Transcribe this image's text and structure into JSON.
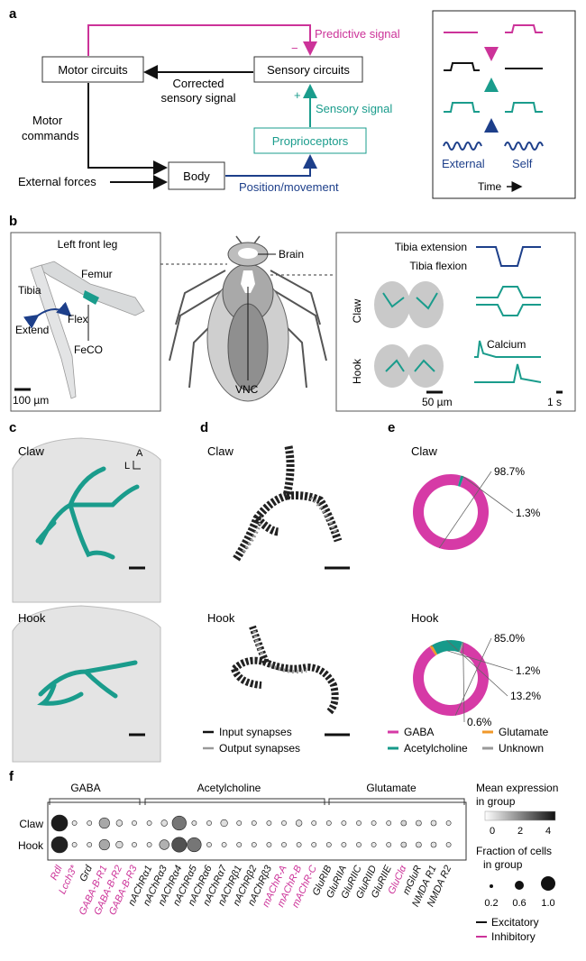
{
  "panels": {
    "a": "a",
    "b": "b",
    "c": "c",
    "d": "d",
    "e": "e",
    "f": "f"
  },
  "a": {
    "motor": "Motor circuits",
    "sensory": "Sensory circuits",
    "predictive": "Predictive signal",
    "minus": "−",
    "plus": "+",
    "corrected_1": "Corrected",
    "corrected_2": "sensory signal",
    "motor_cmd_1": "Motor",
    "motor_cmd_2": "commands",
    "sensory_signal": "Sensory signal",
    "proprioceptors": "Proprioceptors",
    "body": "Body",
    "external_forces": "External forces",
    "position": "Position/movement",
    "inset": {
      "external": "External",
      "self": "Self",
      "time": "Time"
    }
  },
  "b": {
    "left_front_leg": "Left front leg",
    "femur": "Femur",
    "tibia": "Tibia",
    "extend": "Extend",
    "flex": "Flex",
    "feco": "FeCO",
    "scale_leg": "100 µm",
    "brain": "Brain",
    "vnc": "VNC",
    "tibia_extension": "Tibia extension",
    "tibia_flexion": "Tibia flexion",
    "claw": "Claw",
    "hook": "Hook",
    "calcium": "Calcium",
    "scale_um": "50 µm",
    "scale_s": "1 s"
  },
  "c": {
    "claw": "Claw",
    "hook": "Hook",
    "axis_a": "A",
    "axis_l": "L"
  },
  "d": {
    "claw": "Claw",
    "hook": "Hook",
    "legend_input": "Input synapses",
    "legend_output": "Output synapses"
  },
  "e": {
    "claw": "Claw",
    "hook": "Hook",
    "legend": [
      "GABA",
      "Glutamate",
      "Acetylcholine",
      "Unknown"
    ]
  },
  "f": {
    "groups": [
      "GABA",
      "Acetylcholine",
      "Glutamate"
    ],
    "rows": [
      "Claw",
      "Hook"
    ],
    "mean_title_1": "Mean expression",
    "mean_title_2": "in group",
    "mean_ticks": [
      "0",
      "2",
      "4"
    ],
    "fraction_title_1": "Fraction of cells",
    "fraction_title_2": "in group",
    "fraction_ticks": [
      "0.2",
      "0.6",
      "1.0"
    ],
    "excitatory": "Excitatory",
    "inhibitory": "Inhibitory"
  },
  "colors": {
    "gaba": "#d63aa6",
    "glutamate": "#f0982a",
    "acetylcholine": "#169a8a",
    "unknown": "#999999",
    "navy": "#1d3f8a",
    "magenta": "#cc3399",
    "teal": "#1a9c8c"
  },
  "chart_data": [
    {
      "type": "pie",
      "title": "Claw",
      "slices": [
        {
          "label": "GABA",
          "value": 98.7,
          "value_label": "98.7%"
        },
        {
          "label": "Acetylcholine",
          "value": 1.3,
          "value_label": "1.3%"
        }
      ]
    },
    {
      "type": "pie",
      "title": "Hook",
      "slices": [
        {
          "label": "GABA",
          "value": 85.0,
          "value_label": "85.0%"
        },
        {
          "label": "Glutamate",
          "value": 1.2,
          "value_label": "1.2%"
        },
        {
          "label": "Acetylcholine",
          "value": 13.2,
          "value_label": "13.2%"
        },
        {
          "label": "Unknown",
          "value": 0.6,
          "value_label": "0.6%"
        }
      ]
    },
    {
      "type": "scatter",
      "title": "",
      "rows": [
        "Claw",
        "Hook"
      ],
      "genes": [
        {
          "name": "Rdl",
          "class": "inhibitory",
          "claw": [
            4.6,
            1.0
          ],
          "hook": [
            4.5,
            1.0
          ]
        },
        {
          "name": "Lcch3*",
          "class": "inhibitory",
          "claw": [
            0.1,
            0.2
          ],
          "hook": [
            0.1,
            0.2
          ]
        },
        {
          "name": "Grd",
          "class": "excitatory",
          "claw": [
            0.1,
            0.2
          ],
          "hook": [
            0.1,
            0.2
          ]
        },
        {
          "name": "GABA-B-R1",
          "class": "inhibitory",
          "claw": [
            1.5,
            0.6
          ],
          "hook": [
            1.5,
            0.6
          ]
        },
        {
          "name": "GABA-B-R2",
          "class": "inhibitory",
          "claw": [
            0.3,
            0.3
          ],
          "hook": [
            0.4,
            0.35
          ]
        },
        {
          "name": "GABA-B-R3",
          "class": "inhibitory",
          "claw": [
            0.1,
            0.2
          ],
          "hook": [
            0.1,
            0.2
          ]
        },
        {
          "name": "nAChRα1",
          "class": "excitatory",
          "claw": [
            0.1,
            0.2
          ],
          "hook": [
            0.1,
            0.2
          ]
        },
        {
          "name": "nAChRα3",
          "class": "excitatory",
          "claw": [
            0.3,
            0.3
          ],
          "hook": [
            1.3,
            0.55
          ]
        },
        {
          "name": "nAChRα4",
          "class": "excitatory",
          "claw": [
            2.6,
            0.85
          ],
          "hook": [
            3.4,
            0.9
          ]
        },
        {
          "name": "nAChRα5",
          "class": "excitatory",
          "claw": [
            0.2,
            0.2
          ],
          "hook": [
            2.6,
            0.85
          ]
        },
        {
          "name": "nAChRα6",
          "class": "excitatory",
          "claw": [
            0.1,
            0.2
          ],
          "hook": [
            0.1,
            0.2
          ]
        },
        {
          "name": "nAChRα7",
          "class": "excitatory",
          "claw": [
            0.3,
            0.35
          ],
          "hook": [
            0.1,
            0.2
          ]
        },
        {
          "name": "nAChRβ1",
          "class": "excitatory",
          "claw": [
            0.1,
            0.2
          ],
          "hook": [
            0.1,
            0.2
          ]
        },
        {
          "name": "nAChRβ2",
          "class": "excitatory",
          "claw": [
            0.1,
            0.2
          ],
          "hook": [
            0.1,
            0.2
          ]
        },
        {
          "name": "nAChRβ3",
          "class": "excitatory",
          "claw": [
            0.1,
            0.2
          ],
          "hook": [
            0.1,
            0.2
          ]
        },
        {
          "name": "mAChR-A",
          "class": "inhibitory",
          "claw": [
            0.1,
            0.2
          ],
          "hook": [
            0.1,
            0.2
          ]
        },
        {
          "name": "mAChR-B",
          "class": "inhibitory",
          "claw": [
            0.3,
            0.3
          ],
          "hook": [
            0.1,
            0.2
          ]
        },
        {
          "name": "mAChR-C",
          "class": "inhibitory",
          "claw": [
            0.1,
            0.2
          ],
          "hook": [
            0.1,
            0.2
          ]
        },
        {
          "name": "GluRIB",
          "class": "excitatory",
          "claw": [
            0.1,
            0.2
          ],
          "hook": [
            0.1,
            0.2
          ]
        },
        {
          "name": "GluRIIA",
          "class": "excitatory",
          "claw": [
            0.1,
            0.2
          ],
          "hook": [
            0.1,
            0.2
          ]
        },
        {
          "name": "GluRIIC",
          "class": "excitatory",
          "claw": [
            0.1,
            0.2
          ],
          "hook": [
            0.1,
            0.2
          ]
        },
        {
          "name": "GluRIID",
          "class": "excitatory",
          "claw": [
            0.1,
            0.2
          ],
          "hook": [
            0.1,
            0.2
          ]
        },
        {
          "name": "GluRIIE",
          "class": "excitatory",
          "claw": [
            0.1,
            0.2
          ],
          "hook": [
            0.1,
            0.2
          ]
        },
        {
          "name": "GluClα",
          "class": "inhibitory",
          "claw": [
            0.5,
            0.25
          ],
          "hook": [
            0.4,
            0.25
          ]
        },
        {
          "name": "mGluR",
          "class": "excitatory",
          "claw": [
            0.3,
            0.25
          ],
          "hook": [
            0.3,
            0.25
          ]
        },
        {
          "name": "NMDA R1",
          "class": "excitatory",
          "claw": [
            0.2,
            0.25
          ],
          "hook": [
            0.2,
            0.25
          ]
        },
        {
          "name": "NMDA R2",
          "class": "excitatory",
          "claw": [
            0.1,
            0.2
          ],
          "hook": [
            0.1,
            0.2
          ]
        }
      ],
      "value_order": [
        "mean_expression",
        "fraction_of_cells"
      ],
      "mean_expression_range": [
        0,
        5
      ],
      "fraction_range": [
        0,
        1
      ]
    }
  ]
}
